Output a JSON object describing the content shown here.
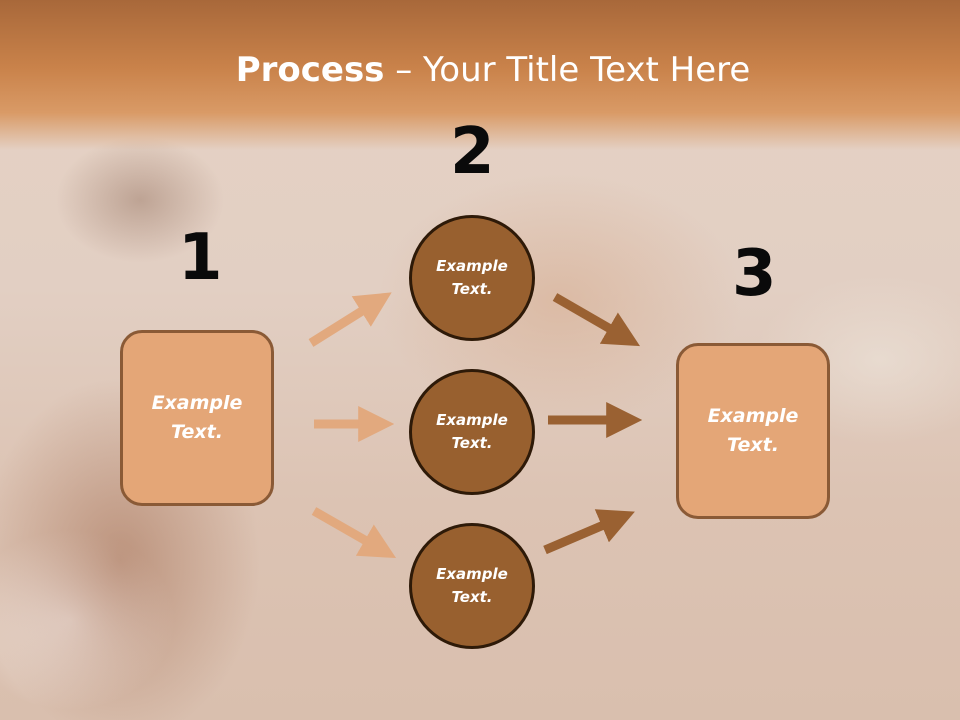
{
  "title": {
    "bold": "Process",
    "rest": " – Your Title Text Here"
  },
  "numbers": [
    "1",
    "2",
    "3"
  ],
  "boxes": {
    "left": "Example Text.",
    "right": "Example Text."
  },
  "circles": [
    "Example Text.",
    "Example Text.",
    "Example Text."
  ],
  "colors": {
    "light_arrow": "#e2a97e",
    "dark_arrow": "#9a6132",
    "box_fill": "#e4a677",
    "circle_fill": "#98602f"
  }
}
